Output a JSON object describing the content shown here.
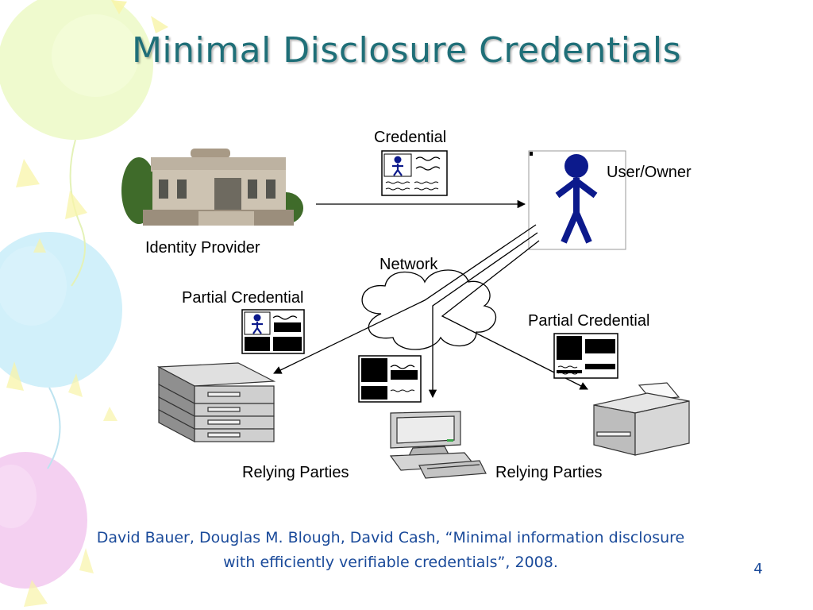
{
  "slide": {
    "title": "Minimal Disclosure Credentials",
    "slide_number": "4",
    "citation": {
      "line1": "David Bauer, Douglas M. Blough, David Cash, “Minimal information disclosure",
      "line2": "with efficiently verifiable credentials”, 2008."
    }
  },
  "diagram": {
    "identity_provider": "Identity Provider",
    "credential": "Credential",
    "user_owner": "User/Owner",
    "network": "Network",
    "partial_credential_left": "Partial Credential",
    "partial_credential_right": "Partial Credential",
    "relying_parties_left": "Relying Parties",
    "relying_parties_right": "Relying Parties"
  },
  "colors": {
    "title": "#1f6f78",
    "citation": "#1a4a9a",
    "figure": "#0c1a8c",
    "balloon_pink": "#f2c8ee",
    "balloon_blue": "#c6ecf9",
    "balloon_green": "#ecf9c6",
    "balloon_yellow": "#f8f4a8"
  },
  "icons": [
    "government-building-icon",
    "credential-card-icon",
    "person-icon",
    "cloud-icon",
    "server-stack-icon",
    "desktop-computer-icon",
    "printer-icon"
  ]
}
